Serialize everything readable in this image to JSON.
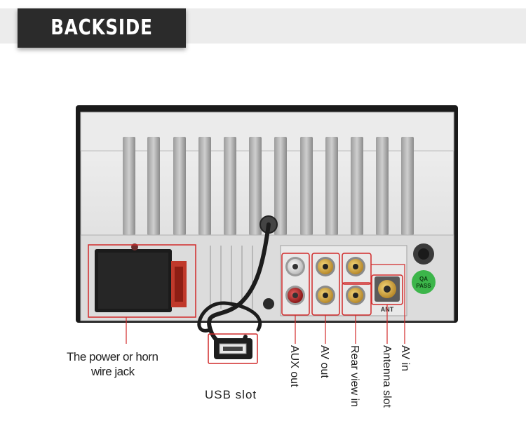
{
  "banner": {
    "title": "BACKSIDE JACKS"
  },
  "device": {
    "badge_line1": "QA",
    "badge_line2": "PASS",
    "port_label_ant": "ANT"
  },
  "labels": {
    "power_line1": "The power or horn",
    "power_line2": "wire jack",
    "usb": "USB slot",
    "aux_out": "AUX out",
    "av_out": "AV out",
    "rear_view_in": "Rear view in",
    "antenna_slot": "Antenna slot",
    "av_in": "AV in"
  },
  "colors": {
    "highlight": "#d12a2a",
    "chassis": "#e3e3e3",
    "badge": "#3cb54a",
    "rca_gold": "#d9b24a",
    "rca_white": "#f2f2f2",
    "rca_red": "#c92f2f"
  }
}
